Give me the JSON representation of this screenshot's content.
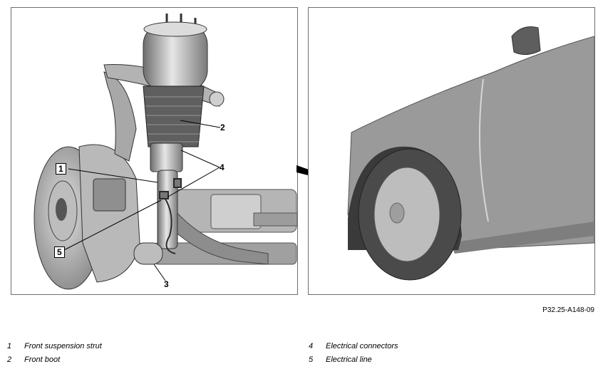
{
  "callouts": {
    "c1": "1",
    "c2": "2",
    "c3": "3",
    "c4": "4",
    "c5": "5"
  },
  "doc_reference": "P32.25-A148-09",
  "legend": [
    {
      "num": "1",
      "text": "Front suspension strut"
    },
    {
      "num": "2",
      "text": "Front boot"
    },
    {
      "num": "4",
      "text": "Electrical connectors"
    },
    {
      "num": "5",
      "text": "Electrical line"
    }
  ],
  "colors": {
    "panel_border": "#6e6e6e",
    "metal_light": "#d9d9d9",
    "metal_mid": "#a9a9a9",
    "metal_dark": "#5a5a5a",
    "car_body": "#9a9a9a",
    "tire": "#4a4a4a"
  }
}
